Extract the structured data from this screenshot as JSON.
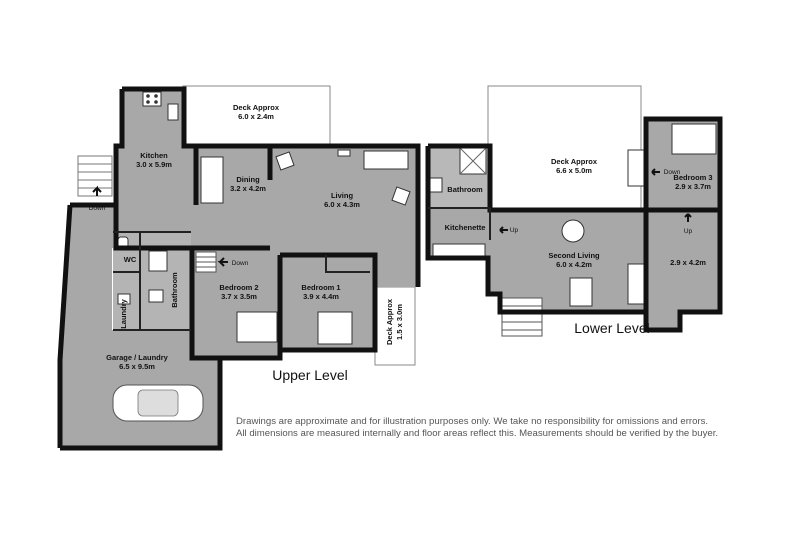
{
  "rooms": {
    "kitchen": {
      "name": "Kitchen",
      "size": "3.0 x 5.9m"
    },
    "deck_upper": {
      "name": "Deck Approx",
      "size": "6.0 x 2.4m"
    },
    "dining": {
      "name": "Dining",
      "size": "3.2 x 4.2m"
    },
    "living": {
      "name": "Living",
      "size": "6.0 x 4.3m"
    },
    "wc": {
      "name": "WC"
    },
    "bathroom_upper": {
      "name": "Bathroom"
    },
    "laundry": {
      "name": "Laundry"
    },
    "bedroom2": {
      "name": "Bedroom 2",
      "size": "3.7 x 3.5m"
    },
    "bedroom1": {
      "name": "Bedroom 1",
      "size": "3.9 x 4.4m"
    },
    "deck_side": {
      "name": "Deck Approx",
      "size": "1.5 x 3.0m"
    },
    "garage": {
      "name": "Garage / Laundry",
      "size": "6.5 x 9.5m"
    },
    "bathroom_lower": {
      "name": "Bathroom"
    },
    "kitchenette": {
      "name": "Kitchenette"
    },
    "deck_lower": {
      "name": "Deck Approx",
      "size": "6.6 x 5.0m"
    },
    "second_living": {
      "name": "Second Living",
      "size": "6.0 x 4.2m"
    },
    "bedroom3": {
      "name": "Bedroom 3",
      "size": "2.9 x 3.7m"
    },
    "room_lower": {
      "size": "2.9 x 4.2m"
    }
  },
  "stairs": {
    "down": "Down",
    "up": "Up"
  },
  "levels": {
    "upper": "Upper Level",
    "lower": "Lower Level"
  },
  "disclaimer": {
    "line1": "Drawings are approximate and for illustration purposes only. We take no responsibility for omissions and errors.",
    "line2": "All dimensions are measured internally and floor areas reflect this. Measurements should be verified by the buyer."
  }
}
